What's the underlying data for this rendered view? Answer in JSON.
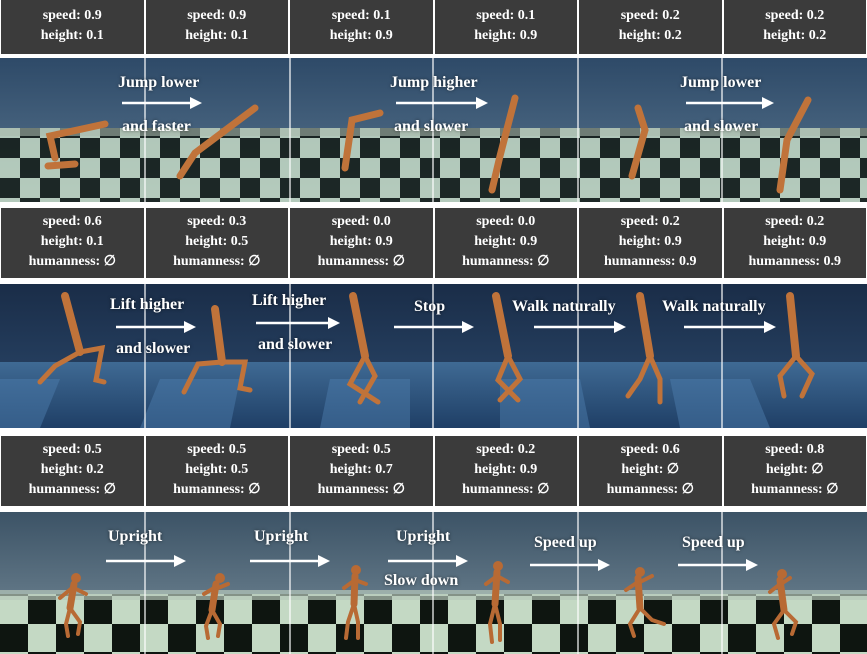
{
  "rows": [
    {
      "labels": [
        {
          "speed": "speed: 0.9",
          "height": "height: 0.1"
        },
        {
          "speed": "speed: 0.9",
          "height": "height: 0.1"
        },
        {
          "speed": "speed: 0.1",
          "height": "height: 0.9"
        },
        {
          "speed": "speed: 0.1",
          "height": "height: 0.9"
        },
        {
          "speed": "speed: 0.2",
          "height": "height: 0.2"
        },
        {
          "speed": "speed: 0.2",
          "height": "height: 0.2"
        }
      ],
      "transitions": [
        {
          "line1": "Jump lower",
          "line2": "and faster"
        },
        {
          "line1": "Jump higher",
          "line2": "and slower"
        },
        {
          "line1": "Jump lower",
          "line2": "and slower"
        }
      ]
    },
    {
      "labels": [
        {
          "speed": "speed: 0.6",
          "height": "height: 0.1",
          "humanness": "humanness: ∅"
        },
        {
          "speed": "speed: 0.3",
          "height": "height: 0.5",
          "humanness": "humanness: ∅"
        },
        {
          "speed": "speed: 0.0",
          "height": "height: 0.9",
          "humanness": "humanness: ∅"
        },
        {
          "speed": "speed: 0.0",
          "height": "height: 0.9",
          "humanness": "humanness: ∅"
        },
        {
          "speed": "speed: 0.2",
          "height": "height: 0.9",
          "humanness": "humanness: 0.9"
        },
        {
          "speed": "speed: 0.2",
          "height": "height: 0.9",
          "humanness": "humanness: 0.9"
        }
      ],
      "transitions": [
        {
          "line1": "Lift higher",
          "line2": "and slower"
        },
        {
          "line1": "Lift higher",
          "line2": "and slower"
        },
        {
          "line1": "Stop",
          "line2": ""
        },
        {
          "line1": "Walk naturally",
          "line2": ""
        },
        {
          "line1": "Walk naturally",
          "line2": ""
        }
      ]
    },
    {
      "labels": [
        {
          "speed": "speed: 0.5",
          "height": "height: 0.2",
          "humanness": "humanness: ∅"
        },
        {
          "speed": "speed: 0.5",
          "height": "height: 0.5",
          "humanness": "humanness: ∅"
        },
        {
          "speed": "speed: 0.5",
          "height": "height: 0.7",
          "humanness": "humanness: ∅"
        },
        {
          "speed": "speed: 0.2",
          "height": "height: 0.9",
          "humanness": "humanness: ∅"
        },
        {
          "speed": "speed: 0.6",
          "height": "height: ∅",
          "humanness": "humanness: ∅"
        },
        {
          "speed": "speed: 0.8",
          "height": "height: ∅",
          "humanness": "humanness: ∅"
        }
      ],
      "transitions": [
        {
          "line1": "Upright",
          "line2": ""
        },
        {
          "line1": "Upright",
          "line2": ""
        },
        {
          "line1": "Upright",
          "line2": "Slow down"
        },
        {
          "line1": "Speed up",
          "line2": ""
        },
        {
          "line1": "Speed up",
          "line2": ""
        }
      ]
    }
  ],
  "colors": {
    "label_bg": "#3b3b3b",
    "label_text": "#ffffff",
    "sky_row1": "#3e5c7a",
    "sky_row2": "#1d3352",
    "sky_row3": "#556b7a",
    "floor_light": "#c4d9c4",
    "floor_dark": "#101812",
    "agent": "#c0733a"
  }
}
